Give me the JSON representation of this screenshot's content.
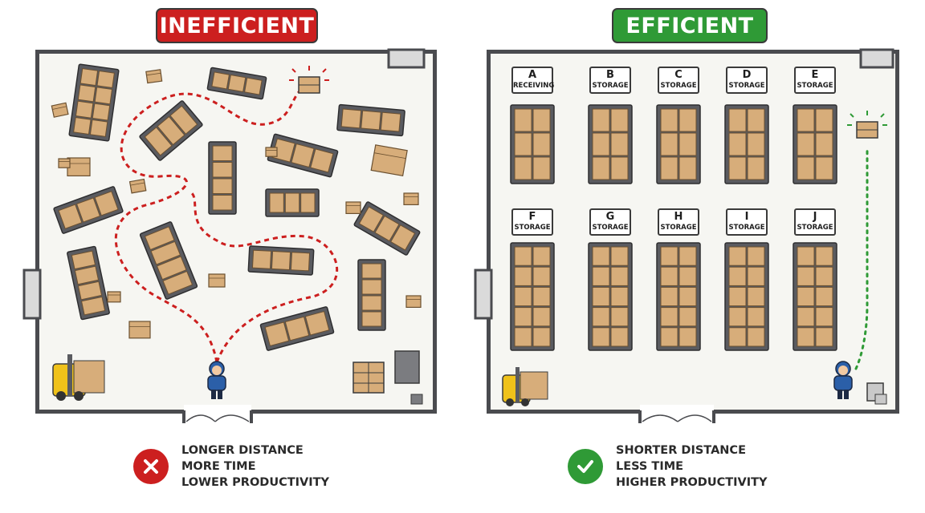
{
  "left": {
    "title": "INEFFICIENT",
    "summary": [
      "LONGER DISTANCE",
      "MORE TIME",
      "LOWER PRODUCTIVITY"
    ],
    "accent": "#cc1f1f"
  },
  "right": {
    "title": "EFFICIENT",
    "summary": [
      "SHORTER DISTANCE",
      "LESS TIME",
      "HIGHER PRODUCTIVITY"
    ],
    "accent": "#2f9a36",
    "racks": [
      {
        "letter": "A",
        "zone": "RECEIVING"
      },
      {
        "letter": "B",
        "zone": "STORAGE"
      },
      {
        "letter": "C",
        "zone": "STORAGE"
      },
      {
        "letter": "D",
        "zone": "STORAGE"
      },
      {
        "letter": "E",
        "zone": "STORAGE"
      },
      {
        "letter": "F",
        "zone": "STORAGE"
      },
      {
        "letter": "G",
        "zone": "STORAGE"
      },
      {
        "letter": "H",
        "zone": "STORAGE"
      },
      {
        "letter": "I",
        "zone": "STORAGE"
      },
      {
        "letter": "J",
        "zone": "STORAGE"
      }
    ]
  },
  "colors": {
    "box": "#d7ad7a",
    "rack_frame": "#5a5b60",
    "wall": "#4a4b4f",
    "floor": "#f6f6f2",
    "worker": "#2b5fa8",
    "forklift": "#f0c21a"
  },
  "icons": {
    "left_status": "x-circle-icon",
    "right_status": "check-circle-icon"
  }
}
